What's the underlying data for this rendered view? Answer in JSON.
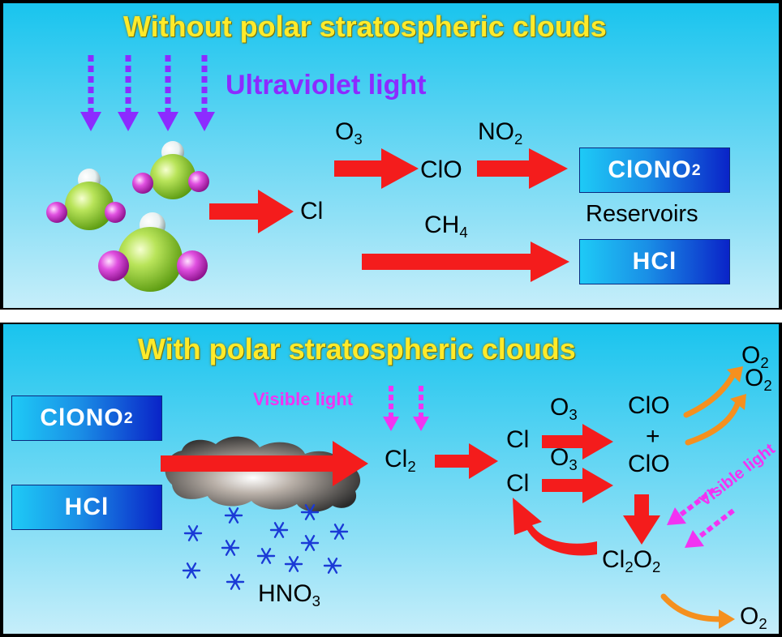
{
  "top": {
    "title": "Without polar stratospheric clouds",
    "uv_label": "Ultraviolet light",
    "cl": "Cl",
    "o3": "O",
    "o3_sub": "3",
    "clo": "ClO",
    "no2": "NO",
    "no2_sub": "2",
    "ch4": "CH",
    "ch4_sub": "4",
    "clono2": "ClONO",
    "clono2_sub": "2",
    "reservoirs": "Reservoirs",
    "hcl": "HCl"
  },
  "bottom": {
    "title": "With polar stratospheric clouds",
    "clono2": "ClONO",
    "clono2_sub": "2",
    "hcl": "HCl",
    "visible_light": "Visible light",
    "cl2": "Cl",
    "cl2_sub": "2",
    "cl_a": "Cl",
    "cl_b": "Cl",
    "o3_a": "O",
    "o3_a_sub": "3",
    "o3_b": "O",
    "o3_b_sub": "3",
    "clo_a": "ClO",
    "plus": "+",
    "clo_b": "ClO",
    "cl2o2_cl": "Cl",
    "cl2o2_sub1": "2",
    "cl2o2_o": "O",
    "cl2o2_sub2": "2",
    "visible_light_diag": "Visible light",
    "hno3": "HNO",
    "hno3_sub": "3",
    "o2_a": "O",
    "o2_a_sub": "2",
    "o2_b": "O",
    "o2_b_sub": "2",
    "o2_c": "O",
    "o2_c_sub": "2"
  },
  "colors": {
    "arrow_red": "#f41c1c",
    "arrow_orange": "#f5901e",
    "uv_purple": "#8c2bff",
    "visible_magenta": "#f233f2",
    "title_yellow": "#ffea2a",
    "snow_blue": "#1a3ad6"
  }
}
